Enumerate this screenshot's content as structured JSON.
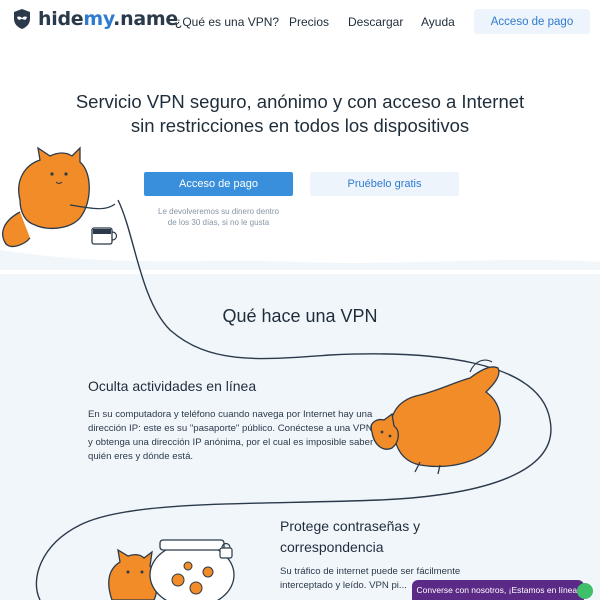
{
  "header": {
    "logo": {
      "main": "hide",
      "accent": "my",
      "suffix": ".name"
    },
    "nav": [
      {
        "label": "¿Qué es una VPN?"
      },
      {
        "label": "Precios"
      },
      {
        "label": "Descargar"
      },
      {
        "label": "Ayuda"
      }
    ],
    "pay_button": "Acceso de pago"
  },
  "hero": {
    "title_line1": "Servicio VPN seguro, anónimo y con acceso a Internet",
    "title_line2": "sin restricciones en todos los dispositivos",
    "primary_button": "Acceso de pago",
    "secondary_button": "Pruébelo gratis",
    "money_back_line1": "Le devolveremos su dinero dentro",
    "money_back_line2": "de los 30 días, si no le gusta"
  },
  "section": {
    "title": "Qué hace una VPN",
    "feature1": {
      "title": "Oculta actividades en línea",
      "text": "En su computadora y teléfono cuando navega por Internet hay una dirección IP: este es su \"pasaporte\" público. Conéctese a una VPN y obtenga una dirección IP anónima, por el cual es imposible saber quién eres y dónde está."
    },
    "feature2": {
      "title": "Protege contraseñas y correspondencia",
      "text": "Su tráfico de internet puede ser fácilmente interceptado y leído. VPN pi..."
    }
  },
  "chat": {
    "label": "Converse con nosotros, ¡Estamos en línea!"
  },
  "colors": {
    "accent": "#3a8fdc",
    "cat": "#f28c28",
    "chat": "#5b2a86",
    "section_bg": "#f1f6fb"
  }
}
